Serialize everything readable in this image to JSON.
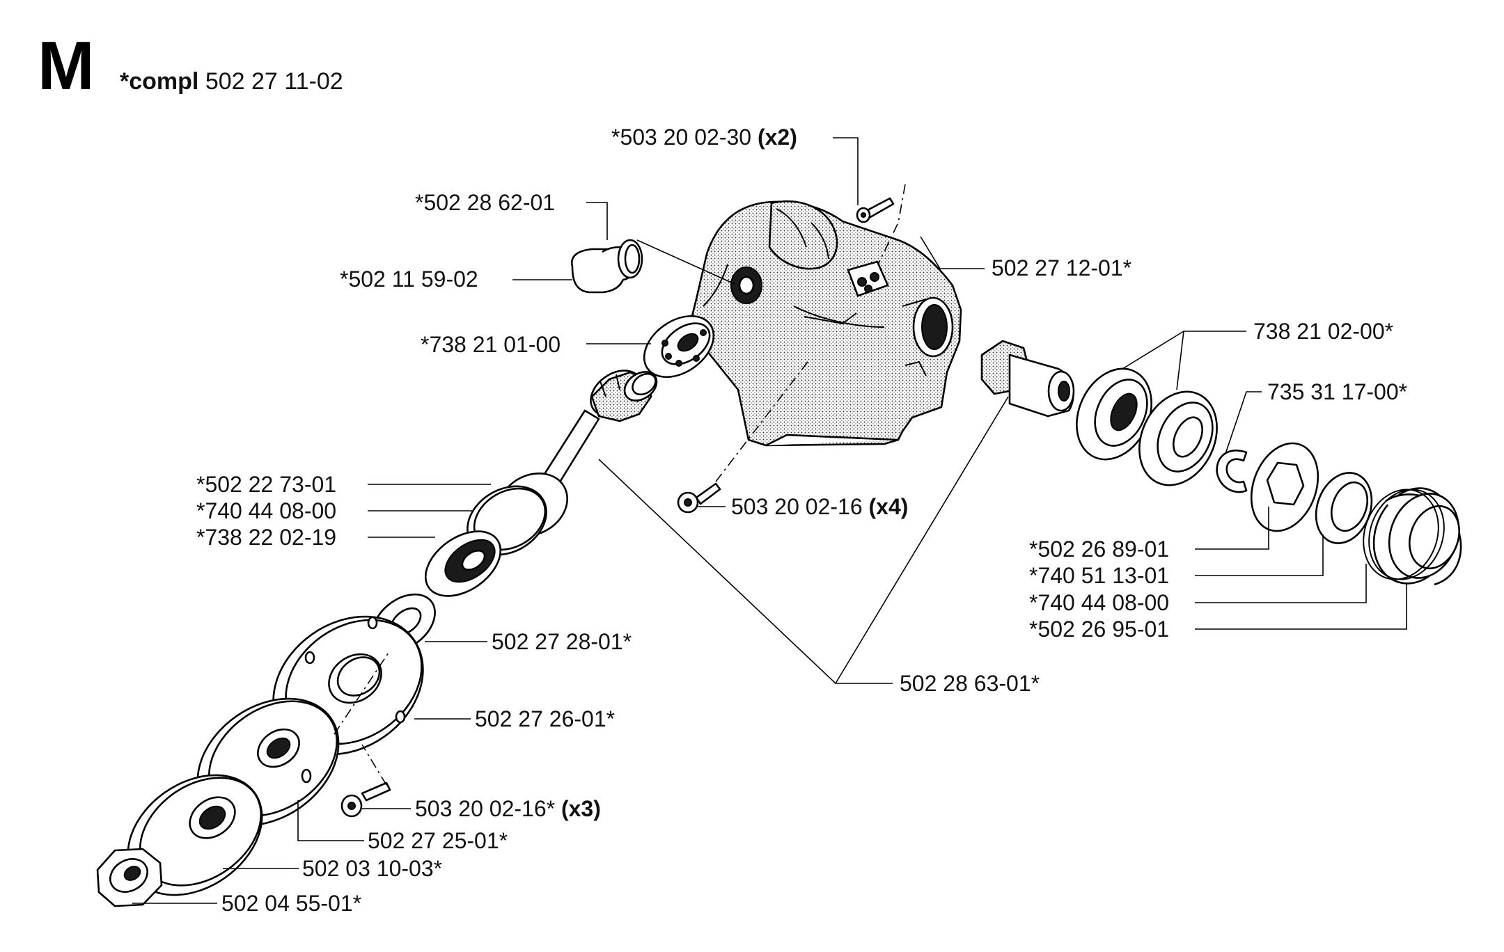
{
  "header": {
    "section_letter": "M",
    "compl_prefix": "*compl",
    "compl_number": "502 27 11-02"
  },
  "callouts": [
    {
      "id": "c01",
      "number": "*503 20 02-30",
      "qty": "(x2)"
    },
    {
      "id": "c02",
      "number": "*502 28 62-01",
      "qty": ""
    },
    {
      "id": "c03",
      "number": "*502 11 59-02",
      "qty": ""
    },
    {
      "id": "c04",
      "number": "502 27 12-01*",
      "qty": ""
    },
    {
      "id": "c05",
      "number": "*738 21 01-00",
      "qty": ""
    },
    {
      "id": "c06",
      "number": "738 21 02-00*",
      "qty": ""
    },
    {
      "id": "c07",
      "number": "735 31 17-00*",
      "qty": ""
    },
    {
      "id": "c08",
      "number": "*502 22 73-01",
      "qty": ""
    },
    {
      "id": "c09",
      "number": "*740 44 08-00",
      "qty": ""
    },
    {
      "id": "c10",
      "number": "*738 22 02-19",
      "qty": ""
    },
    {
      "id": "c11",
      "number": "503 20 02-16",
      "qty": "(x4)"
    },
    {
      "id": "c12",
      "number": "*502 26 89-01",
      "qty": ""
    },
    {
      "id": "c13",
      "number": "*740 51 13-01",
      "qty": ""
    },
    {
      "id": "c14",
      "number": "*740 44 08-00",
      "qty": ""
    },
    {
      "id": "c15",
      "number": "*502 26 95-01",
      "qty": ""
    },
    {
      "id": "c16",
      "number": "502 27 28-01*",
      "qty": ""
    },
    {
      "id": "c17",
      "number": "502 28 63-01*",
      "qty": ""
    },
    {
      "id": "c18",
      "number": "502 27 26-01*",
      "qty": ""
    },
    {
      "id": "c19",
      "number": "503 20 02-16*",
      "qty": "(x3)"
    },
    {
      "id": "c20",
      "number": "502 27 25-01*",
      "qty": ""
    },
    {
      "id": "c21",
      "number": "502 03 10-03*",
      "qty": ""
    },
    {
      "id": "c22",
      "number": "502 04 55-01*",
      "qty": ""
    }
  ]
}
